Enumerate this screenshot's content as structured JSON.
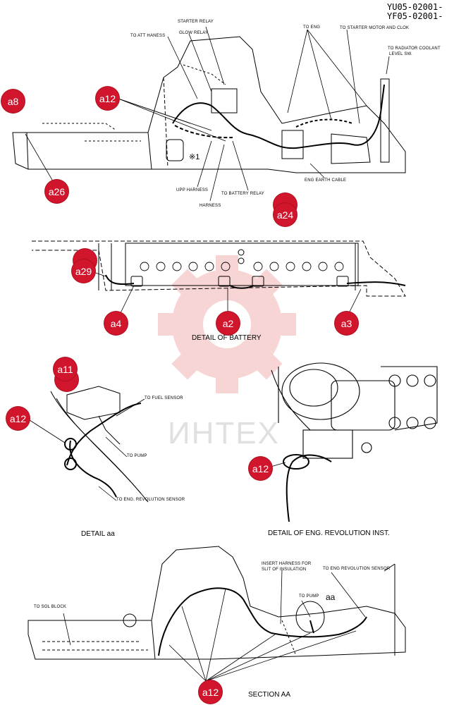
{
  "doc_codes": [
    "YU05-02001-",
    "YF05-02001-"
  ],
  "watermark": {
    "text": "ИНТЕХ",
    "color": "#f4b3b3"
  },
  "marker_color": "#d0152c",
  "labels": {
    "starter_relay": "STARTER RELAY",
    "to_att_haness": "TO ATT HANESS",
    "glow_relay": "GLOW RELAY",
    "to_eng": "TO ENG",
    "to_starter_motor": "TO STARTER MOTOR AND CLOK",
    "to_radiator": "TO RADIATOR COOLANT",
    "level_sw": "LEVEL SW.",
    "x1": "※1",
    "upp_harness": "UPP HARNESS",
    "harness": "HARNESS",
    "to_battery_relay": "TO BATTERY RELAY",
    "eng_earth_cable": "ENG EARTH CABLE",
    "to_fuel_sensor": "TO FUEL SENSOR",
    "to_pump_detail": "TO PUMP",
    "to_eng_rev_sensor_detail": "TO ENG. REVOLUTION SENSOR",
    "to_sol_block": "TO SOL BLOCK",
    "insert_harness_1": "INSERT HARNESS FOR",
    "insert_harness_2": "SLIT OF INSULATION",
    "to_eng_rev_sensor_section": "TO ENG REVOLUTION SENSOR",
    "to_pump_section": "TO PUMP",
    "aa": "aa"
  },
  "captions": {
    "detail_battery": "DETAIL OF BATTERY",
    "detail_aa": "DETAIL aa",
    "detail_eng_rev": "DETAIL OF ENG. REVOLUTION INST.",
    "section_aa": "SECTION AA"
  },
  "markers": {
    "a8": "a8",
    "a12_top": "a12",
    "a26": "a26",
    "a24": "a24",
    "a29": "a29",
    "a4": "a4",
    "a2": "a2",
    "a3": "a3",
    "a11": "a11",
    "a12_aa": "a12",
    "a12_rev": "a12",
    "a12_section": "a12"
  }
}
